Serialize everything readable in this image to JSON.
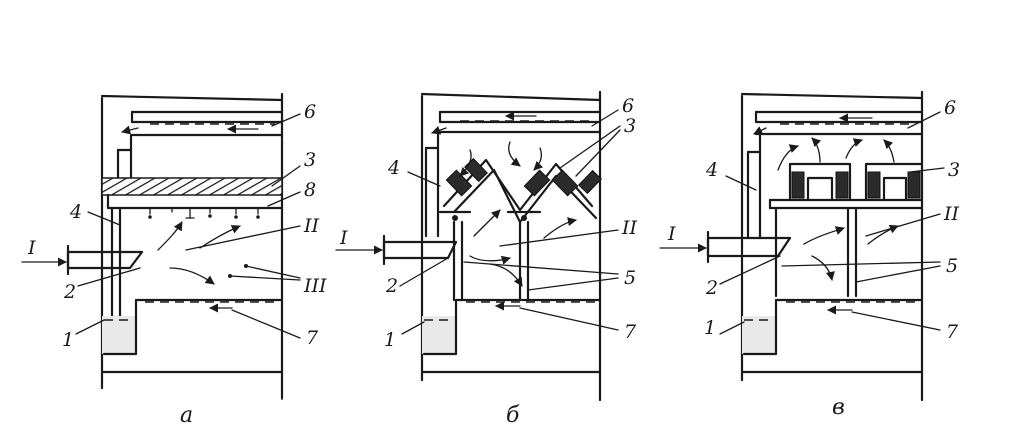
{
  "panels": [
    {
      "caption": "а",
      "labels": {
        "n1": "1",
        "n2": "2",
        "n3": "3",
        "n4": "4",
        "n6": "6",
        "n7": "7",
        "n8": "8",
        "r1": "I",
        "r2": "II",
        "r3": "III"
      }
    },
    {
      "caption": "б",
      "labels": {
        "n1": "1",
        "n2": "2",
        "n3": "3",
        "n4": "4",
        "n5": "5",
        "n6": "6",
        "n7": "7",
        "r1": "I",
        "r2": "II"
      }
    },
    {
      "caption": "в",
      "labels": {
        "n1": "1",
        "n2": "2",
        "n3": "3",
        "n4": "4",
        "n5": "5",
        "n6": "6",
        "n7": "7",
        "r1": "I",
        "r2": "II"
      }
    }
  ]
}
